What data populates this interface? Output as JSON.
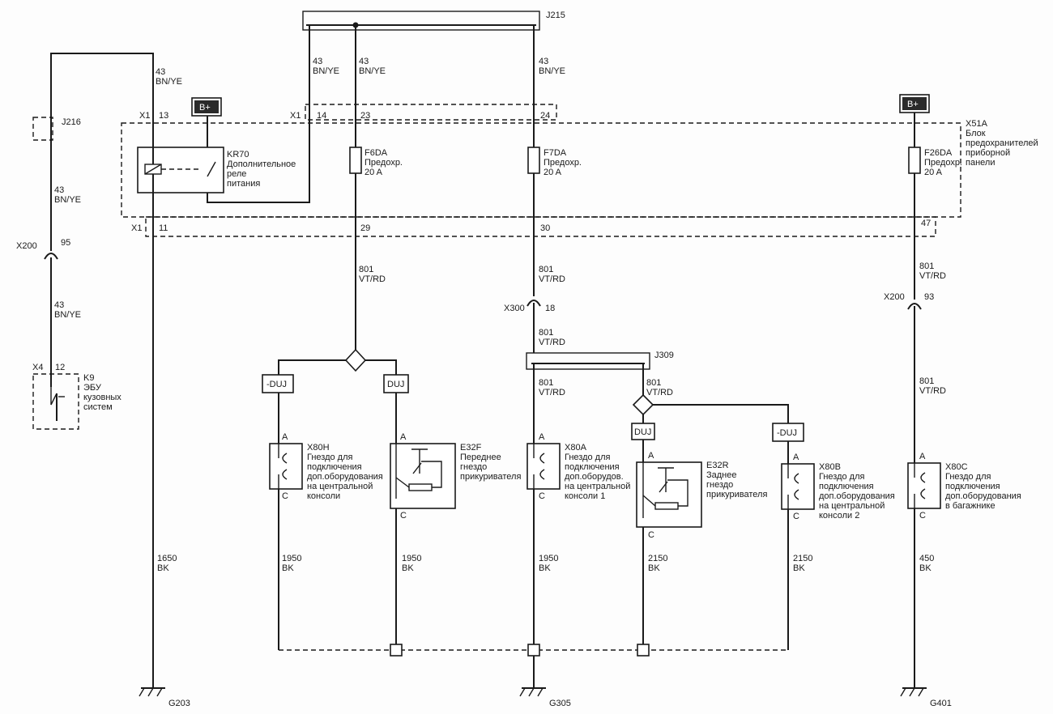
{
  "splices": {
    "j215": "J215",
    "j216": "J216",
    "j309": "J309"
  },
  "wires": {
    "w43": "43",
    "bn_ye": "BN/YE",
    "w801": "801",
    "vt_rd": "VT/RD",
    "w1650": "1650",
    "w1950": "1950",
    "w2150": "2150",
    "w450": "450",
    "bk": "BK"
  },
  "connectors": {
    "x1": "X1",
    "x200": "X200",
    "x300": "X300",
    "x4": "X4",
    "pin13": "13",
    "pin14": "14",
    "pin23": "23",
    "pin24": "24",
    "pin11": "11",
    "pin29": "29",
    "pin30": "30",
    "pin47": "47",
    "pin95": "95",
    "pin93": "93",
    "pin18": "18",
    "pin12": "12",
    "pin_a": "A",
    "pin_c": "C"
  },
  "bplus": "B+",
  "relay": {
    "id": "KR70",
    "line1": "Дополнительное",
    "line2": "реле",
    "line3": "питания"
  },
  "fuses": [
    {
      "id": "F6DA",
      "line1": "Предохр.",
      "line2": "20 A"
    },
    {
      "id": "F7DA",
      "line1": "Предохр.",
      "line2": "20 A"
    },
    {
      "id": "F26DA",
      "line1": "Предохр.",
      "line2": "20 A"
    }
  ],
  "fuse_block": {
    "id": "X51A",
    "line1": "Блок",
    "line2": "предохранителей",
    "line3": "приборной",
    "line4": "панели"
  },
  "ecu": {
    "id": "K9",
    "line1": "ЭБУ",
    "line2": "кузовных",
    "line3": "систем"
  },
  "options": {
    "duj": "DUJ",
    "not_duj": "-DUJ"
  },
  "sockets": {
    "x80h": {
      "id": "X80H",
      "lines": [
        "Гнездо для",
        "подключения",
        "доп.оборудования",
        "на центральной",
        "консоли"
      ]
    },
    "e32f": {
      "id": "E32F",
      "lines": [
        "Переднее",
        "гнездо",
        "прикуривателя"
      ]
    },
    "x80a": {
      "id": "X80A",
      "lines": [
        "Гнездо для",
        "подключения",
        "доп.оборудов.",
        "на центральной",
        "консоли 1"
      ]
    },
    "e32r": {
      "id": "E32R",
      "lines": [
        "Заднее",
        "гнездо",
        "прикуривателя"
      ]
    },
    "x80b": {
      "id": "X80B",
      "lines": [
        "Гнездо для",
        "подключения",
        "доп.оборудования",
        "на центральной",
        "консоли 2"
      ]
    },
    "x80c": {
      "id": "X80C",
      "lines": [
        "Гнездо для",
        "подключения",
        "доп.оборудования",
        "в багажнике"
      ]
    }
  },
  "grounds": {
    "g203": "G203",
    "g305": "G305",
    "g401": "G401"
  }
}
